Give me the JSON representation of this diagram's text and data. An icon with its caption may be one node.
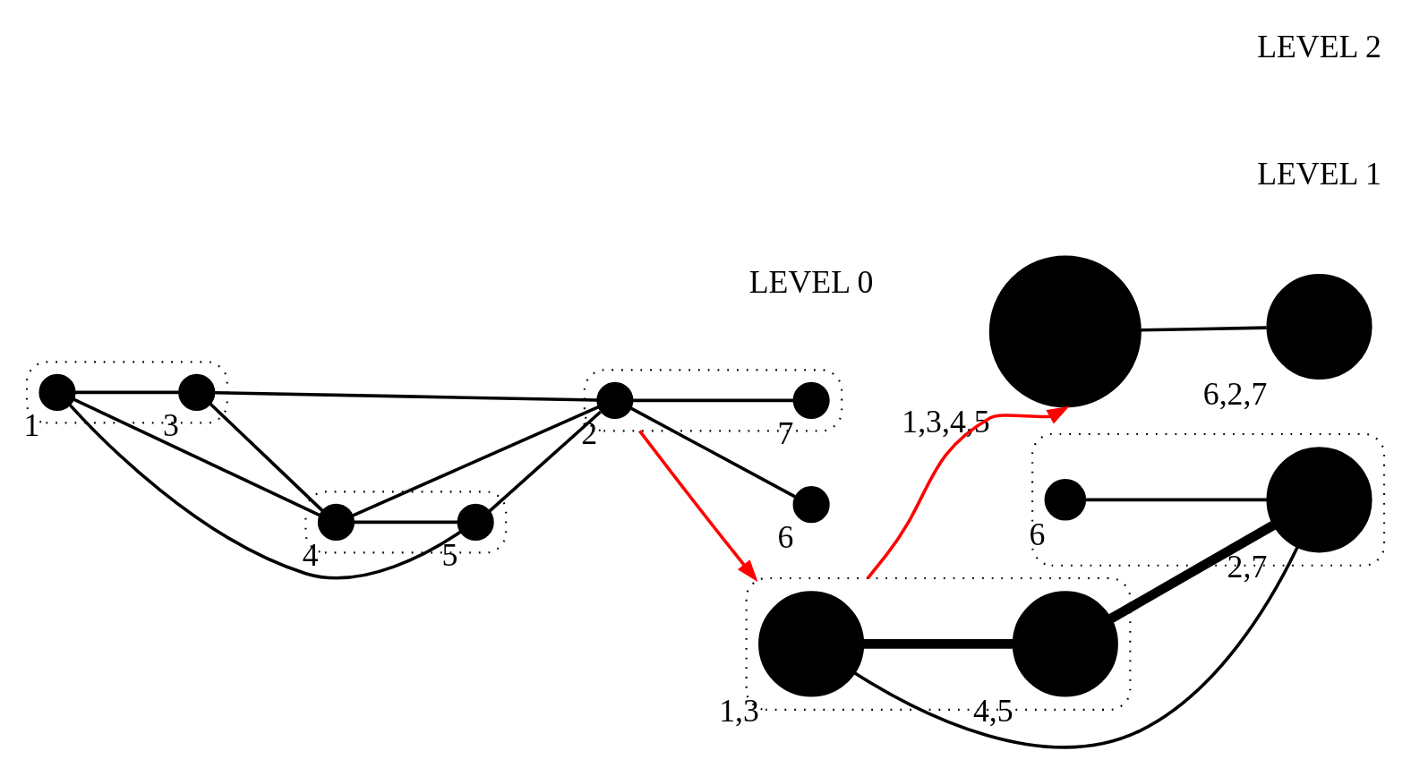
{
  "diagram": {
    "nodes": [
      {
        "text": [],
        "shape": "ellipse"
      },
      {
        "text": [],
        "shape": "circle",
        "beside": [
          "3"
        ],
        "in": 0
      },
      {
        "text": [],
        "shape": "circle",
        "beside": [
          "1"
        ],
        "in": 0
      },
      {
        "text": [],
        "shape": "ellipse"
      },
      {
        "text": [],
        "shape": "circle",
        "beside": [
          "4"
        ],
        "in": 3
      },
      {
        "text": [],
        "shape": "circle",
        "beside": [
          "5"
        ],
        "in": 3
      },
      {
        "text": [],
        "shape": "ellipse"
      },
      {
        "text": [],
        "shape": "circle",
        "beside": [
          "2"
        ],
        "in": 6
      },
      {
        "text": [],
        "shape": "circle",
        "beside": [
          "7"
        ],
        "in": 6
      },
      {
        "text": [],
        "shape": "circle",
        "beside": [
          "6"
        ]
      },
      {
        "text": [],
        "shape": "ellipse"
      },
      {
        "text": [],
        "shape": "circle",
        "beside": [
          "1,3"
        ],
        "in": 10
      },
      {
        "text": [],
        "shape": "circle",
        "beside": [
          "4,5"
        ],
        "in": 10
      },
      {
        "text": [],
        "shape": "ellipse"
      },
      {
        "text": [],
        "shape": "circle",
        "beside": [
          "6"
        ],
        "in": 13
      },
      {
        "text": [],
        "shape": "circle",
        "beside": [
          "2,7"
        ],
        "in": 13
      },
      {
        "text": [],
        "shape": "circle",
        "beside": [
          "1,3,4,5"
        ]
      },
      {
        "text": [],
        "shape": "circle",
        "beside": [
          "6,2,7"
        ]
      }
    ],
    "edges": [
      {
        "from": 2,
        "to": 1,
        "arrow": "none"
      },
      {
        "from": 2,
        "to": 4,
        "arrow": "none"
      },
      {
        "from": 2,
        "to": 5,
        "arrow": "none"
      },
      {
        "from": 1,
        "to": 4,
        "arrow": "none"
      },
      {
        "from": 1,
        "to": 7,
        "arrow": "none"
      },
      {
        "from": 4,
        "to": 7,
        "arrow": "none"
      },
      {
        "from": 4,
        "to": 5,
        "arrow": "none"
      },
      {
        "from": 5,
        "to": 7,
        "arrow": "none"
      },
      {
        "from": 7,
        "to": 9,
        "arrow": "none"
      },
      {
        "from": 7,
        "to": 8,
        "arrow": "none"
      },
      {
        "from": 6,
        "to": 10,
        "arrow": "to",
        "color": "#ff0000"
      },
      {
        "from": 11,
        "to": 15,
        "arrow": "none"
      },
      {
        "from": 11,
        "to": 12,
        "arrow": "none",
        "style": "thick"
      },
      {
        "from": 12,
        "to": 15,
        "arrow": "none",
        "style": "thick"
      },
      {
        "from": 14,
        "to": 15,
        "arrow": "none"
      },
      {
        "from": 10,
        "to": 16,
        "arrow": "to",
        "color": "#ff0000"
      },
      {
        "from": 16,
        "to": 17,
        "arrow": "none"
      }
    ],
    "labels": [
      "LEVEL 0",
      "LEVEL 1",
      "LEVEL 2"
    ]
  }
}
